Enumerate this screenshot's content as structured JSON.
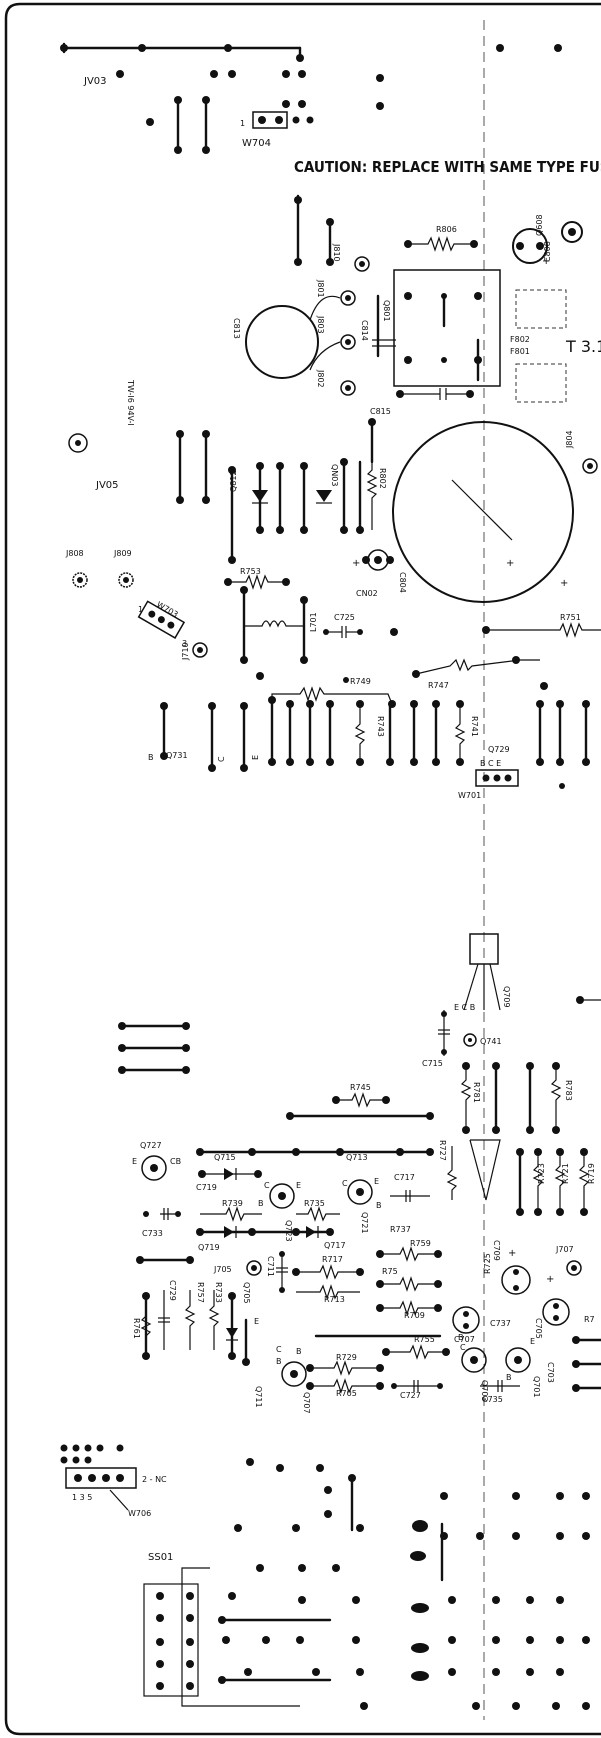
{
  "caution_text": "CAUTION: REPLACE WITH SAME TYPE FUS",
  "fuse_rating": "T 3.1",
  "board_code": "TW-I6 94V-I",
  "connectors": {
    "w704": "W704",
    "w704_pin": "1",
    "w703": "W703",
    "w703_pin1": "1",
    "w703_pin3": "3",
    "w701": "W701",
    "w701_pins": "B C E",
    "w706": "W706",
    "w706_nc": "2 - NC",
    "w706_pins": "1  3  5"
  },
  "labels": {
    "jv03": "JV03",
    "jv05": "JV05",
    "j808": "J808",
    "j809": "J809",
    "j810": "J810",
    "j801": "J801",
    "j803": "J803",
    "j802": "J802",
    "j804": "J804",
    "j710": "J710",
    "j705": "J705",
    "j707": "J707",
    "r806": "R806",
    "r802": "R802",
    "r753": "R753",
    "r749": "R749",
    "r747": "R747",
    "r743": "R743",
    "r741": "R741",
    "r751": "R751",
    "c813": "C813",
    "c814": "C814",
    "c815": "C815",
    "c808": "C808",
    "c804": "C804",
    "c725": "C725",
    "c715": "C715",
    "q608": "Q608",
    "q801": "Q801",
    "q812": "Q812",
    "qn03": "QN03",
    "cn02": "CN02",
    "l701": "L701",
    "f802": "F802",
    "f801": "F801",
    "q731": "Q731",
    "q731_b": "B",
    "q731_c": "C",
    "q731_e": "E",
    "q729": "Q729",
    "q709": "Q709",
    "q741": "Q741",
    "q709_ecb": "E C B",
    "r745": "R745",
    "r781": "R781",
    "r783": "R783",
    "r727": "R727",
    "q727": "Q727",
    "q715": "Q715",
    "q713": "Q713",
    "q723": "Q723",
    "q721": "Q721",
    "q717": "Q717",
    "q719": "Q719",
    "q705": "Q705",
    "q711": "Q711",
    "q707": "Q707",
    "q703": "Q703",
    "q701": "Q701",
    "c719": "C719",
    "c717": "C717",
    "c733": "C733",
    "c711": "C711",
    "c729": "C729",
    "c709": "C709",
    "c707": "C707",
    "c737": "C737",
    "c705": "C705",
    "c727": "C727",
    "c735": "C735",
    "c703": "C703",
    "r739": "R739",
    "r735": "R735",
    "r737": "R737",
    "r759": "R759",
    "r717": "R717",
    "r75": "R75",
    "r713": "R713",
    "r709": "R709",
    "r757": "R757",
    "r733": "R733",
    "r761": "R761",
    "r729": "R729",
    "r755": "R755",
    "r705": "R705",
    "r725": "R725",
    "r723": "R723",
    "r721": "R721",
    "r719": "R719",
    "r7": "R7",
    "ss01": "SS01"
  }
}
